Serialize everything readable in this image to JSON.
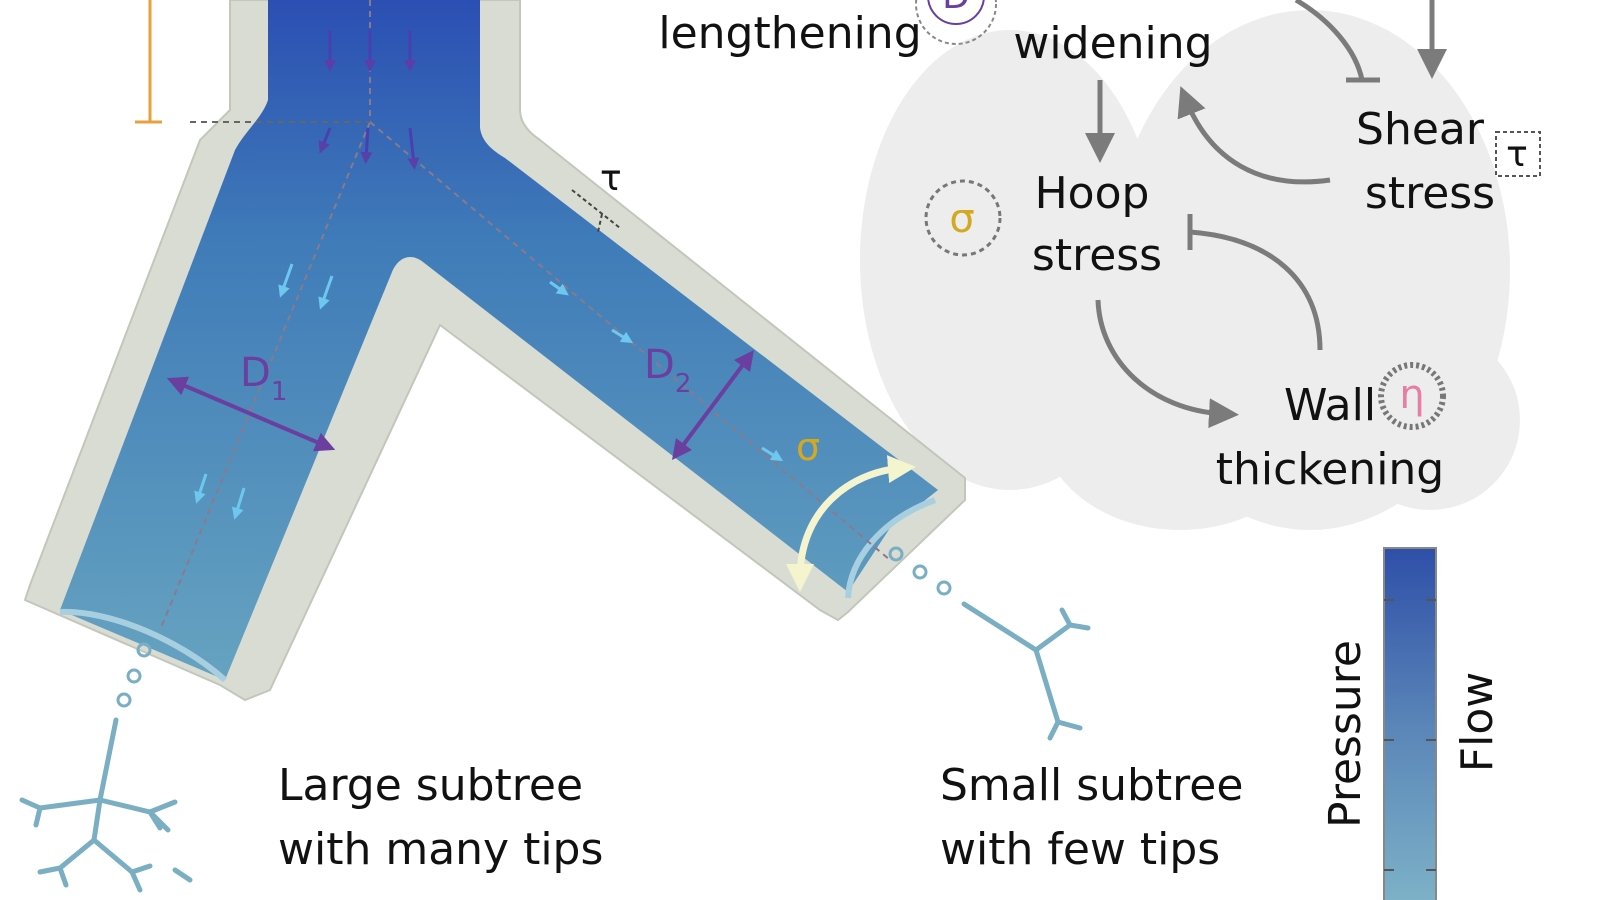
{
  "labels": {
    "lengthening": "lengthening",
    "widening": "widening",
    "shear_line1": "Shear",
    "shear_line2": "stress",
    "hoop_line1": "Hoop",
    "hoop_line2": "stress",
    "wall_line1": "Wall",
    "wall_line2": "thickening",
    "large_line1": "Large subtree",
    "large_line2": "with many tips",
    "small_line1": "Small subtree",
    "small_line2": "with few tips",
    "pressure": "Pressure",
    "flow": "Flow"
  },
  "symbols": {
    "D": "D",
    "tau": "τ",
    "sigma": "σ",
    "eta": "η",
    "D1_main": "D",
    "D1_sub": "1",
    "D2_main": "D",
    "D2_sub": "2"
  },
  "colors": {
    "tube_inner_top": "#2e55b8",
    "tube_inner_bottom": "#6ea8c4",
    "tube_wall": "#d9ddd3",
    "purple": "#6a3fa0",
    "yellow": "#d4a920",
    "pink": "#e57fa6",
    "gray_arrow": "#7b7b7b",
    "orange": "#e8a13a",
    "tree": "#7aaec2",
    "light_blue_arrow": "#6ec7ee"
  }
}
